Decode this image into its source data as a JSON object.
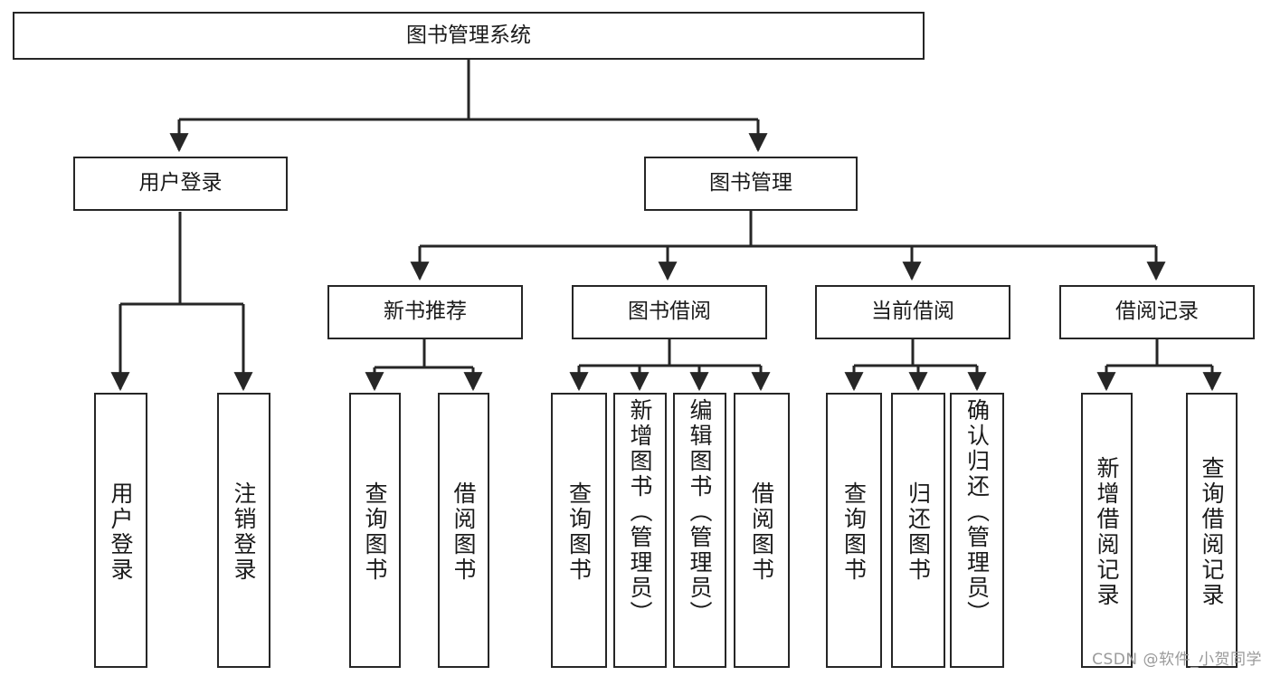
{
  "diagram": {
    "title_node": {
      "label": "图书管理系统"
    },
    "level2": [
      {
        "id": "user-login",
        "label": "用户登录"
      },
      {
        "id": "book-management",
        "label": "图书管理"
      }
    ],
    "level3": [
      {
        "id": "new-book-recommend",
        "label": "新书推荐"
      },
      {
        "id": "book-borrow",
        "label": "图书借阅"
      },
      {
        "id": "current-borrow",
        "label": "当前借阅"
      },
      {
        "id": "borrow-record",
        "label": "借阅记录"
      }
    ],
    "leaves": {
      "user_login": [
        {
          "id": "leaf-user-login",
          "label": "用户登录"
        },
        {
          "id": "leaf-logout-login",
          "label": "注销登录"
        }
      ],
      "new_book_recommend": [
        {
          "id": "leaf-query-book-1",
          "label": "查询图书"
        },
        {
          "id": "leaf-borrow-book-1",
          "label": "借阅图书"
        }
      ],
      "book_borrow": [
        {
          "id": "leaf-query-book-2",
          "label": "查询图书"
        },
        {
          "id": "leaf-add-book",
          "label": "新增图书（管理员）"
        },
        {
          "id": "leaf-edit-book",
          "label": "编辑图书（管理员）"
        },
        {
          "id": "leaf-borrow-book-2",
          "label": "借阅图书"
        }
      ],
      "current_borrow": [
        {
          "id": "leaf-query-book-3",
          "label": "查询图书"
        },
        {
          "id": "leaf-return-book",
          "label": "归还图书"
        },
        {
          "id": "leaf-confirm-return",
          "label": "确认归还（管理员）"
        }
      ],
      "borrow_record": [
        {
          "id": "leaf-add-borrow-record",
          "label": "新增借阅记录"
        },
        {
          "id": "leaf-query-borrow-record",
          "label": "查询借阅记录"
        }
      ]
    }
  },
  "watermark": {
    "text": "CSDN @软件_小贺同学"
  },
  "colors": {
    "stroke": "#262626",
    "text": "#1a1a1a",
    "background": "#ffffff",
    "watermark": "#9a9a9a"
  }
}
